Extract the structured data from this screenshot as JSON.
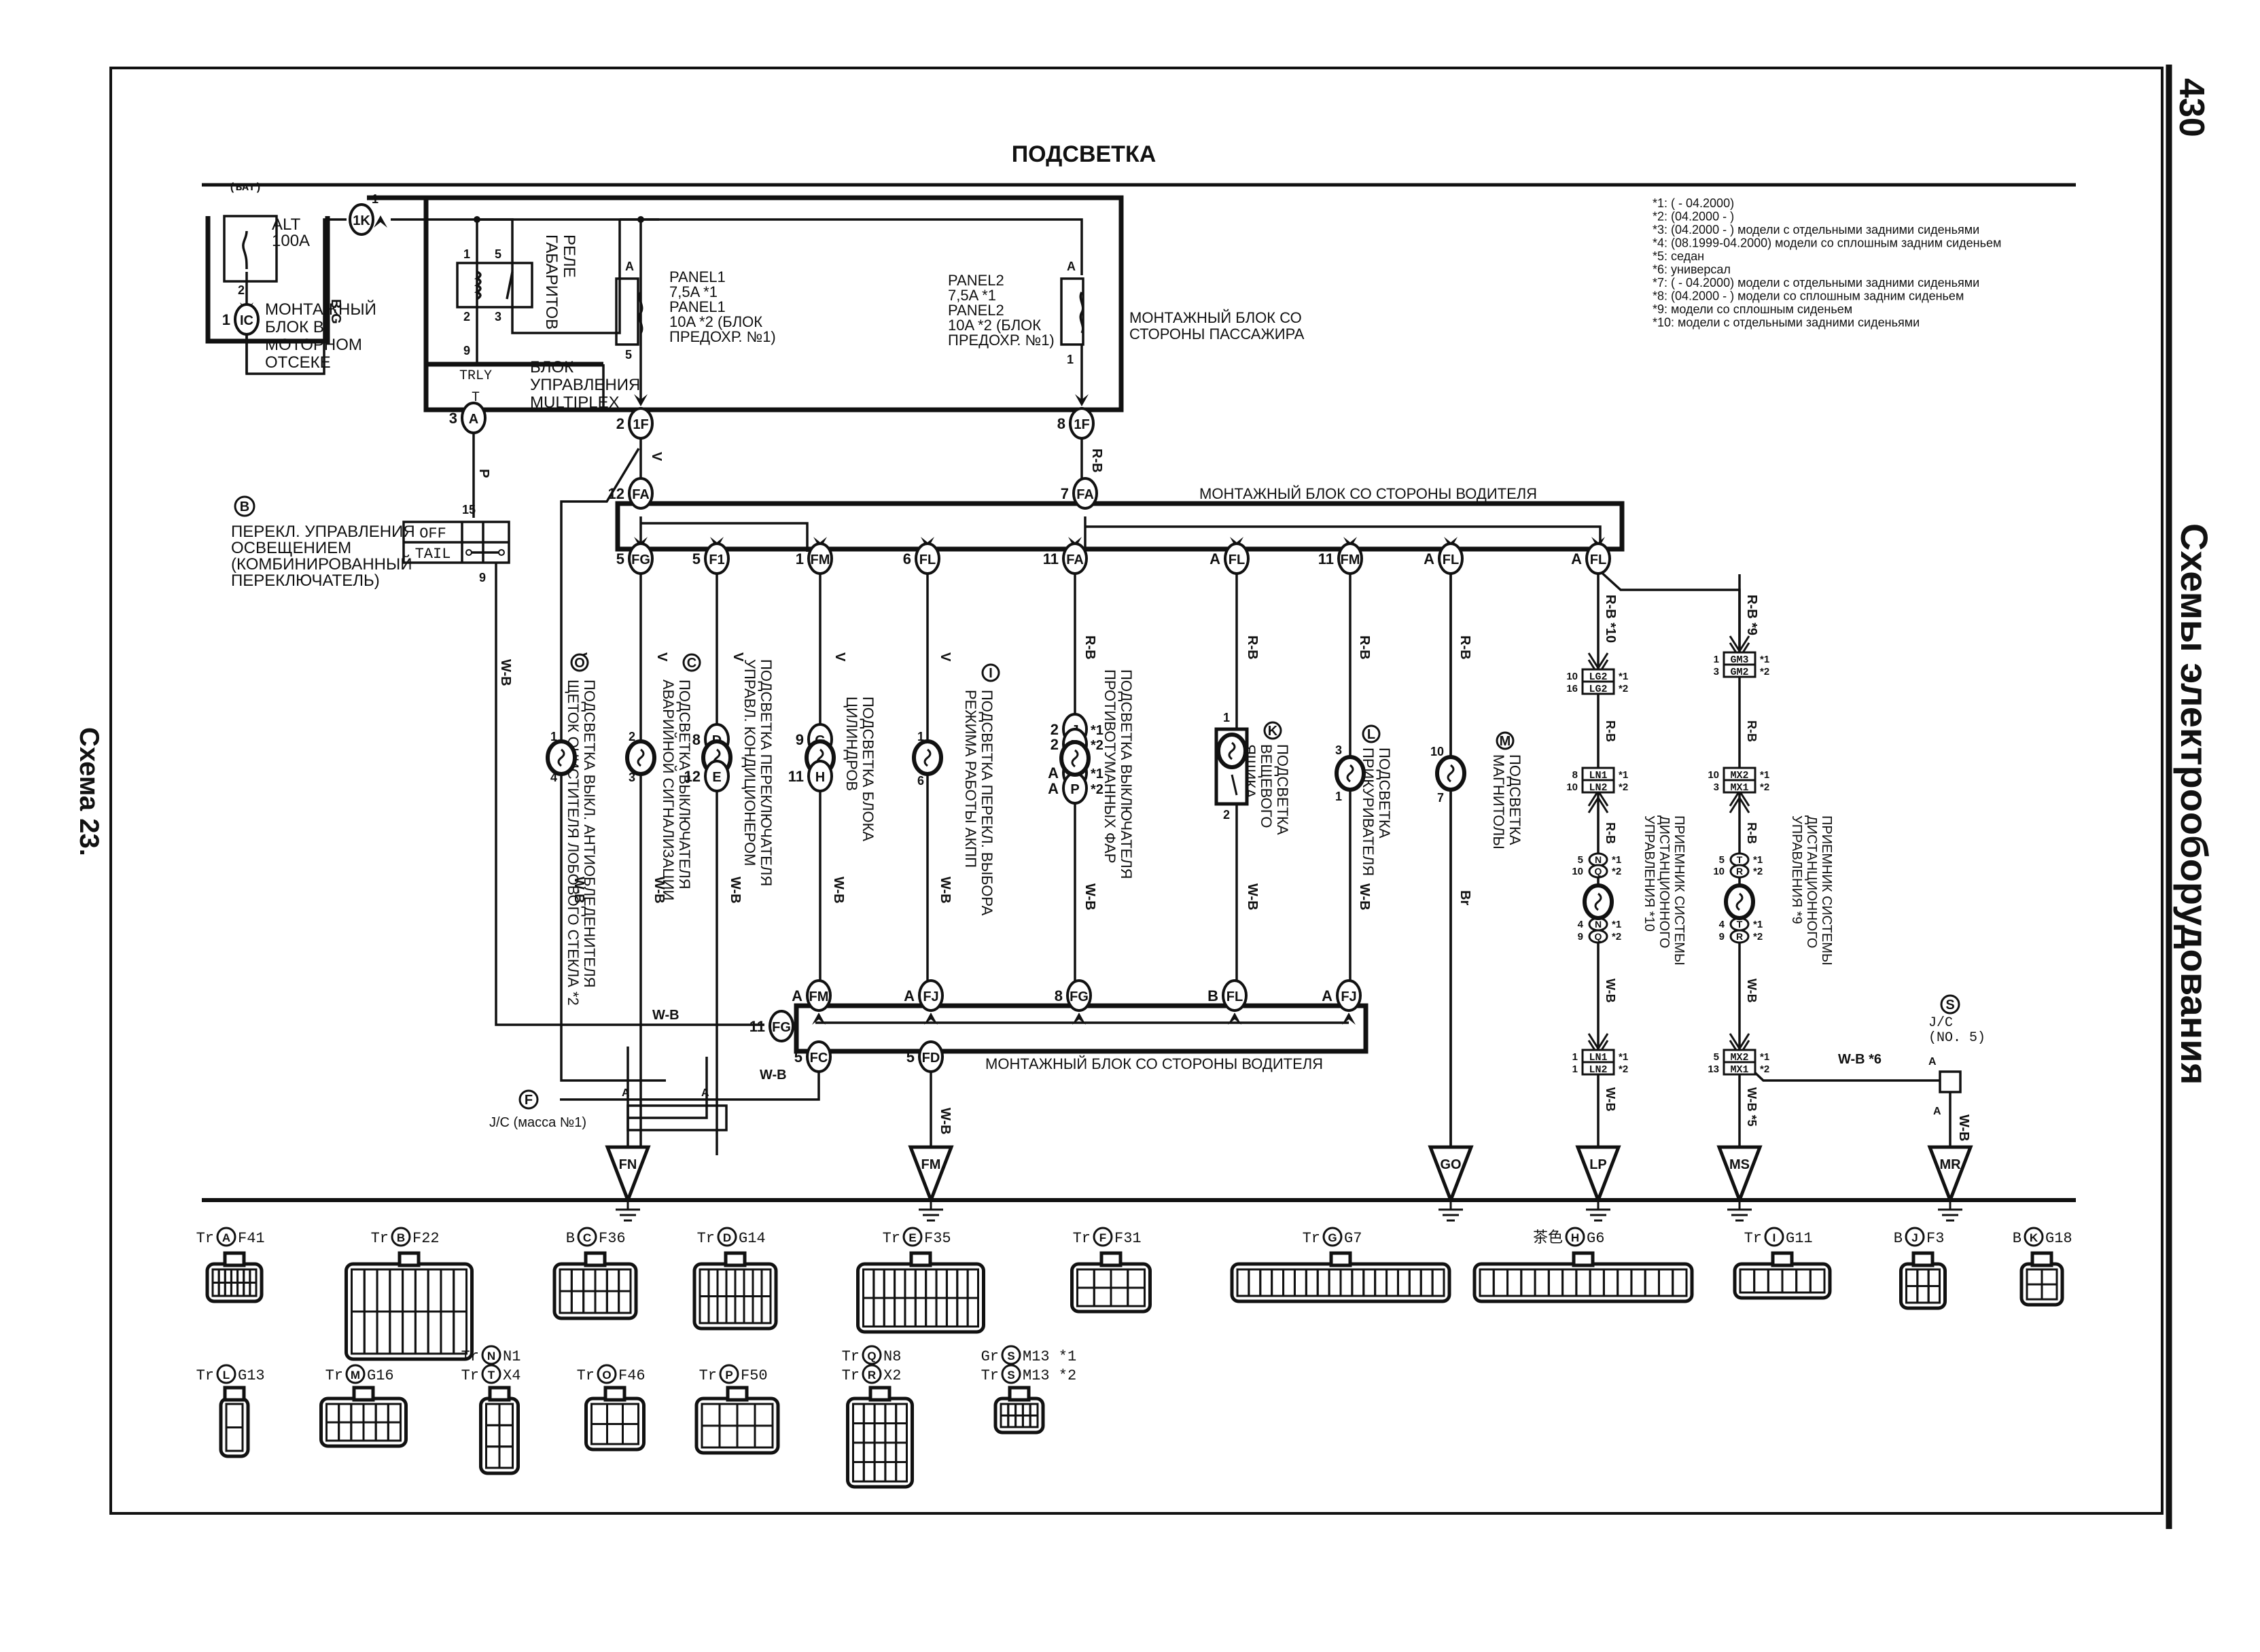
{
  "page": {
    "number": "430",
    "section_title": "Схемы электрооборудования",
    "scheme_label": "Схема 23.",
    "diagram_title": "ПОДСВЕТКА"
  },
  "notes": [
    "*1: ( - 04.2000)",
    "*2: (04.2000 - )",
    "*3: (04.2000 - ) модели с отдельными задними сиденьями",
    "*4: (08.1999-04.2000) модели со сплошным задним сиденьем",
    "*5: седан",
    "*6: универсал",
    "*7: ( - 04.2000) модели с отдельными задними сиденьями",
    "*8: (04.2000 - ) модели со сплошным задним сиденьем",
    "*9: модели со сплошным сиденьем",
    "*10: модели с отдельными задними сиденьями"
  ],
  "power": {
    "bat_label": "(BAT)",
    "alt_fuse": [
      "ALT",
      "100A"
    ],
    "alt_pin": "2",
    "ic_pin": "1",
    "ic_code": "IC",
    "engine_block": [
      "МОНТАЖНЫЙ",
      "БЛОК В",
      "МОТОРНОМ",
      "ОТСЕКЕ"
    ],
    "wire_bg": "B-G",
    "k1_pin": "1",
    "k1_code": "1K"
  },
  "relay": {
    "label": [
      "РЕЛЕ",
      "ГАБАРИТОВ"
    ],
    "pins": {
      "p1": "1",
      "p5": "5",
      "p2": "2",
      "p3": "3",
      "p9": "9"
    }
  },
  "multiplex": {
    "label": [
      "БЛОК",
      "УПРАВЛЕНИЯ",
      "MULTIPLEX"
    ],
    "trly": "TRLY",
    "t": "T",
    "out_pin": "3",
    "out_code": "A",
    "wire_p": "P"
  },
  "fuses": {
    "panel1": {
      "pin_in": "A",
      "pin_out": "5",
      "lines": [
        "PANEL1",
        "7,5A *1",
        "PANEL1",
        "10A *2 (БЛОК",
        "ПРЕДОХР. №1)"
      ]
    },
    "panel2": {
      "pin_in": "A",
      "pin_out": "1",
      "lines": [
        "PANEL2",
        "7,5A *1",
        "PANEL2",
        "10A *2 (БЛОК",
        "ПРЕДОХР. №1)"
      ]
    },
    "passenger_block": [
      "МОНТАЖНЫЙ БЛОК СО",
      "СТОРОНЫ ПАССАЖИРА"
    ],
    "out1": {
      "pin": "2",
      "code": "1F"
    },
    "out2": {
      "pin": "8",
      "code": "1F"
    },
    "wire_v": "V",
    "wire_rb": "R-B"
  },
  "light_switch": {
    "marker": "B",
    "label": [
      "ПЕРЕКЛ. УПРАВЛЕНИЯ",
      "ОСВЕЩЕНИЕМ",
      "(КОМБИНИРОВАННЫЙ",
      "ПЕРЕКЛЮЧАТЕЛЬ)"
    ],
    "pin_top": "15",
    "pin_bottom": "9",
    "states": [
      "OFF",
      "TAIL"
    ],
    "wire": "W-B"
  },
  "driver_block_top": {
    "label": "МОНТАЖНЫЙ БЛОК СО СТОРОНЫ ВОДИТЕЛЯ",
    "inputs": [
      {
        "pin": "12",
        "code": "FA"
      },
      {
        "pin": "7",
        "code": "FA"
      }
    ],
    "outputs": [
      {
        "pin": "5",
        "code": "FG"
      },
      {
        "pin": "5",
        "code": "F1"
      },
      {
        "pin": "1",
        "code": "FM"
      },
      {
        "pin": "6",
        "code": "FL"
      },
      {
        "pin": "11",
        "code": "FA"
      },
      {
        "pin": "A",
        "code": "FL"
      },
      {
        "pin": "11",
        "code": "FM"
      },
      {
        "pin": "A",
        "code": "FL"
      },
      {
        "pin": "A",
        "code": "FL"
      }
    ]
  },
  "components": [
    {
      "marker": "O",
      "label": [
        "ПОДСВЕТКА ВЫКЛ. АНТИОБЛЕДЕНИТЕЛЯ",
        "ЩЕТОК ОЧИСТИТЕЛЯ ЛОБОВОГО СТЕКЛА *2"
      ],
      "pins": [
        "1",
        "4"
      ],
      "wire_in": "V",
      "wire_out": "W-B"
    },
    {
      "marker": "C",
      "label": [
        "ПОДСВЕТКА ВЫКЛЮЧАТЕЛЯ",
        "АВАРИЙНОЙ СИГНАЛИЗАЦИИ"
      ],
      "pins": [
        "2",
        "3"
      ],
      "wire_in": "V",
      "wire_out": "W-B"
    },
    {
      "marker": "",
      "label": [
        "ПОДСВЕТКА ПЕРЕКЛЮЧАТЕЛЯ",
        "УПРАВЛ. КОНДИЦИОНЕРОМ"
      ],
      "pins": [
        "8",
        "12"
      ],
      "sub": [
        "D",
        "E"
      ],
      "wire_in": "V",
      "wire_out": "W-B"
    },
    {
      "marker": "",
      "label": [
        "ПОДСВЕТКА БЛОКА",
        "ЦИЛИНДРОВ"
      ],
      "pins": [
        "9",
        "11"
      ],
      "sub": [
        "G",
        "H"
      ],
      "wire_in": "V",
      "wire_out": "W-B"
    },
    {
      "marker": "I",
      "label": [
        "ПОДСВЕТКА ПЕРЕКЛ. ВЫБОРА",
        "РЕЖИМА РАБОТЫ АКПП"
      ],
      "pins": [
        "1",
        "6"
      ],
      "wire_in": "V",
      "wire_out": "W-B"
    },
    {
      "marker": "",
      "label": [
        "ПОДСВЕТКА ВЫКЛЮЧАТЕЛЯ",
        "ПРОТИВОТУМАННЫХ ФАР"
      ],
      "pins": [
        "2",
        "2",
        "A",
        "A"
      ],
      "sub": [
        "J",
        "P",
        "J",
        "P"
      ],
      "variants": [
        "*1",
        "*2",
        "*1",
        "*2"
      ],
      "wire_in": "R-B",
      "wire_out": "W-B"
    },
    {
      "marker": "K",
      "label": [
        "ПОДСВЕТКА",
        "ВЕЩЕВОГО",
        "ЯЩИКА"
      ],
      "pins": [
        "1",
        "2"
      ],
      "wire_in": "R-B",
      "wire_out": "W-B"
    },
    {
      "marker": "L",
      "label": [
        "ПОДСВЕТКА",
        "ПРИКУРИВАТЕЛЯ"
      ],
      "pins": [
        "3",
        "1"
      ],
      "wire_in": "R-B",
      "wire_out": "W-B"
    },
    {
      "marker": "M",
      "label": [
        "ПОДСВЕТКА",
        "МАГНИТОЛЫ"
      ],
      "pins": [
        "10",
        "7"
      ],
      "wire_in": "R-B",
      "wire_out": "Br"
    }
  ],
  "receivers": [
    {
      "label": [
        "ПРИЕМНИК СИСТЕМЫ",
        "ДИСТАНЦИОННОГО",
        "УПРАВЛЕНИЯ *10"
      ],
      "wire_top": "R-B *10",
      "blocks": [
        {
          "rows": [
            {
              "pin": "10",
              "code": "LG2",
              "var": "*1"
            },
            {
              "pin": "16",
              "code": "LG2",
              "var": "*2"
            }
          ]
        },
        {
          "rows": [
            {
              "pin": "8",
              "code": "LN1",
              "var": "*1"
            },
            {
              "pin": "10",
              "code": "LN2",
              "var": "*2"
            }
          ]
        },
        {
          "rows": [
            {
              "pin": "1",
              "code": "LN1",
              "var": "*1"
            },
            {
              "pin": "1",
              "code": "LN2",
              "var": "*2"
            }
          ]
        }
      ],
      "lamp": [
        {
          "pin": "5",
          "code": "N",
          "var": "*1"
        },
        {
          "pin": "10",
          "code": "Q",
          "var": "*2"
        },
        {
          "pin": "4",
          "code": "N",
          "var": "*1"
        },
        {
          "pin": "9",
          "code": "Q",
          "var": "*2"
        }
      ],
      "wires": [
        "R-B",
        "R-B",
        "W-B",
        "W-B"
      ],
      "ground": "LP"
    },
    {
      "label": [
        "ПРИЕМНИК СИСТЕМЫ",
        "ДИСТАНЦИОННОГО",
        "УПРАВЛЕНИЯ *9"
      ],
      "wire_top": "R-B *9",
      "blocks": [
        {
          "rows": [
            {
              "pin": "1",
              "code": "GM3",
              "var": "*1"
            },
            {
              "pin": "3",
              "code": "GM2",
              "var": "*2"
            }
          ]
        },
        {
          "rows": [
            {
              "pin": "10",
              "code": "MX2",
              "var": "*1"
            },
            {
              "pin": "3",
              "code": "MX1",
              "var": "*2"
            }
          ]
        },
        {
          "rows": [
            {
              "pin": "5",
              "code": "MX2",
              "var": "*1"
            },
            {
              "pin": "13",
              "code": "MX1",
              "var": "*2"
            }
          ]
        }
      ],
      "lamp": [
        {
          "pin": "5",
          "code": "T",
          "var": "*1"
        },
        {
          "pin": "10",
          "code": "R",
          "var": "*2"
        },
        {
          "pin": "4",
          "code": "T",
          "var": "*1"
        },
        {
          "pin": "9",
          "code": "R",
          "var": "*2"
        }
      ],
      "wires": [
        "R-B",
        "R-B",
        "W-B",
        "W-B *5"
      ],
      "ground": "MS"
    }
  ],
  "jc5": {
    "marker": "S",
    "label": [
      "J/C",
      "(NO. 5)"
    ],
    "pin_in": "A",
    "pin_out": "A",
    "wire_in": "W-B *6",
    "wire_out": "W-B",
    "ground": "MR"
  },
  "driver_block_bottom": {
    "label": "МОНТАЖНЫЙ БЛОК СО СТОРОНЫ ВОДИТЕЛЯ",
    "inputs": [
      {
        "pin": "A",
        "code": "FM"
      },
      {
        "pin": "A",
        "code": "FJ"
      },
      {
        "pin": "8",
        "code": "FG"
      },
      {
        "pin": "B",
        "code": "FL"
      },
      {
        "pin": "A",
        "code": "FJ"
      }
    ],
    "side": {
      "pin": "11",
      "code": "FG"
    },
    "outputs": [
      {
        "pin": "5",
        "code": "FC"
      },
      {
        "pin": "5",
        "code": "FD"
      }
    ],
    "wire_wb": "W-B"
  },
  "jc1": {
    "marker": "F",
    "label": "J/C (масса №1)",
    "pin_a1": "A",
    "pin_a2": "A"
  },
  "grounds": [
    {
      "code": "FN"
    },
    {
      "code": "FM",
      "wire": "W-B"
    },
    {
      "code": "GO"
    }
  ],
  "connectors_row1": [
    {
      "color": "Tr",
      "marker": "A",
      "code": "F41"
    },
    {
      "color": "Tr",
      "marker": "B",
      "code": "F22"
    },
    {
      "color": "B",
      "marker": "C",
      "code": "F36"
    },
    {
      "color": "Tr",
      "marker": "D",
      "code": "G14"
    },
    {
      "color": "Tr",
      "marker": "E",
      "code": "F35"
    },
    {
      "color": "Tr",
      "marker": "F",
      "code": "F31"
    },
    {
      "color": "Tr",
      "marker": "G",
      "code": "G7"
    },
    {
      "color": "茶色",
      "marker": "H",
      "code": "G6"
    },
    {
      "color": "Tr",
      "marker": "I",
      "code": "G11"
    },
    {
      "color": "B",
      "marker": "J",
      "code": "F3"
    },
    {
      "color": "B",
      "marker": "K",
      "code": "G18"
    }
  ],
  "connectors_row2": [
    {
      "lines": [
        {
          "color": "Tr",
          "marker": "L",
          "code": "G13"
        }
      ]
    },
    {
      "lines": [
        {
          "color": "Tr",
          "marker": "M",
          "code": "G16"
        }
      ]
    },
    {
      "lines": [
        {
          "color": "Tr",
          "marker": "N",
          "code": "N1"
        },
        {
          "color": "Tr",
          "marker": "T",
          "code": "X4"
        }
      ]
    },
    {
      "lines": [
        {
          "color": "Tr",
          "marker": "O",
          "code": "F46"
        }
      ]
    },
    {
      "lines": [
        {
          "color": "Tr",
          "marker": "P",
          "code": "F50"
        }
      ]
    },
    {
      "lines": [
        {
          "color": "Tr",
          "marker": "Q",
          "code": "N8"
        },
        {
          "color": "Tr",
          "marker": "R",
          "code": "X2"
        }
      ]
    },
    {
      "lines": [
        {
          "color": "Gr",
          "marker": "S",
          "code": "M13",
          "var": "*1"
        },
        {
          "color": "Tr",
          "marker": "S",
          "code": "M13",
          "var": "*2"
        }
      ]
    }
  ]
}
